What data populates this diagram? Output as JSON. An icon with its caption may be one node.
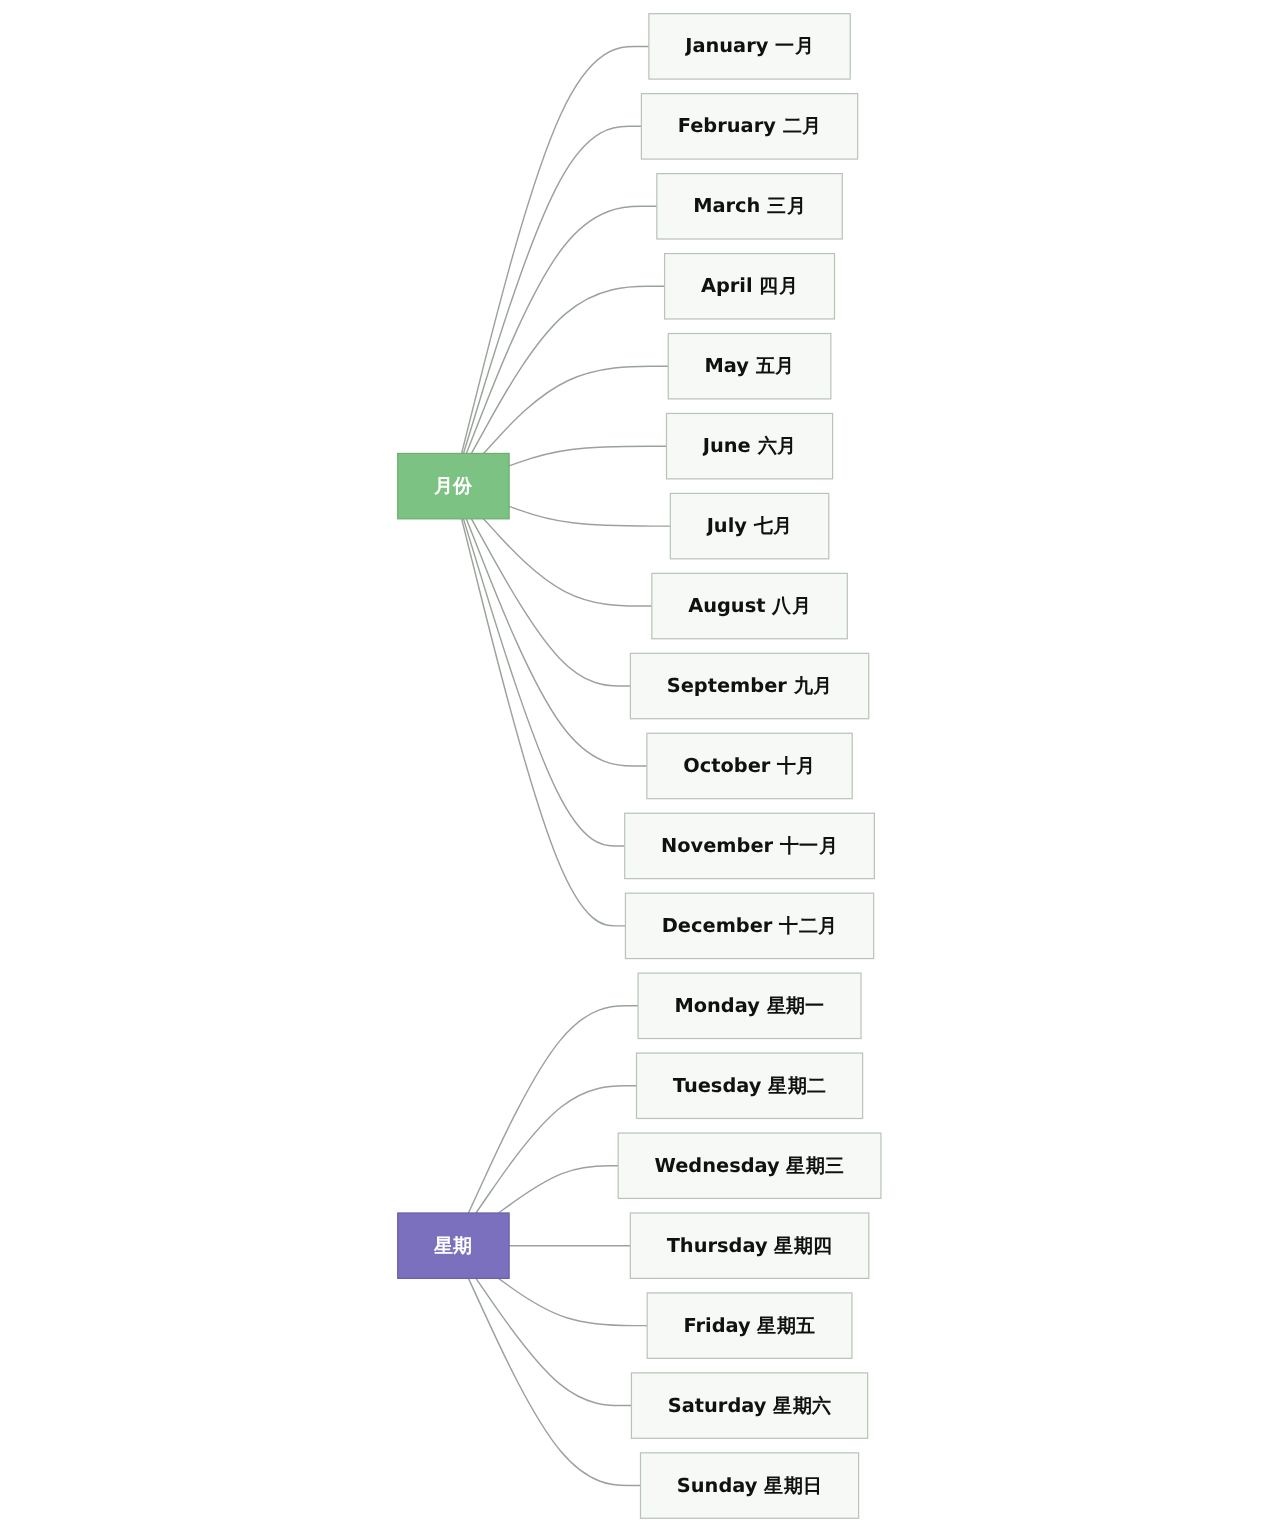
{
  "diagram": {
    "nodes": [
      {
        "text": [
          "月份"
        ]
      },
      {
        "text": [
          "January 一月"
        ]
      },
      {
        "text": [
          "February 二月"
        ]
      },
      {
        "text": [
          "March 三月"
        ]
      },
      {
        "text": [
          "April 四月"
        ]
      },
      {
        "text": [
          "May 五月"
        ]
      },
      {
        "text": [
          "June 六月"
        ]
      },
      {
        "text": [
          "July 七月"
        ]
      },
      {
        "text": [
          "August 八月"
        ]
      },
      {
        "text": [
          "September 九月"
        ]
      },
      {
        "text": [
          "October 十月"
        ]
      },
      {
        "text": [
          "November 十一月"
        ]
      },
      {
        "text": [
          "December 十二月"
        ]
      },
      {
        "text": [
          "星期"
        ]
      },
      {
        "text": [
          "Monday 星期一"
        ]
      },
      {
        "text": [
          "Tuesday 星期二"
        ]
      },
      {
        "text": [
          "Wednesday 星期三"
        ]
      },
      {
        "text": [
          "Thursday 星期四"
        ]
      },
      {
        "text": [
          "Friday 星期五"
        ]
      },
      {
        "text": [
          "Saturday 星期六"
        ]
      },
      {
        "text": [
          "Sunday 星期日"
        ]
      }
    ],
    "edges": [
      {
        "from": 0,
        "to": 1,
        "arrow": "none"
      },
      {
        "from": 0,
        "to": 2,
        "arrow": "none"
      },
      {
        "from": 0,
        "to": 3,
        "arrow": "none"
      },
      {
        "from": 0,
        "to": 4,
        "arrow": "none"
      },
      {
        "from": 0,
        "to": 5,
        "arrow": "none"
      },
      {
        "from": 0,
        "to": 6,
        "arrow": "none"
      },
      {
        "from": 0,
        "to": 7,
        "arrow": "none"
      },
      {
        "from": 0,
        "to": 8,
        "arrow": "none"
      },
      {
        "from": 0,
        "to": 9,
        "arrow": "none"
      },
      {
        "from": 0,
        "to": 10,
        "arrow": "none"
      },
      {
        "from": 0,
        "to": 11,
        "arrow": "none"
      },
      {
        "from": 0,
        "to": 12,
        "arrow": "none"
      },
      {
        "from": 13,
        "to": 14,
        "arrow": "none"
      },
      {
        "from": 13,
        "to": 15,
        "arrow": "none"
      },
      {
        "from": 13,
        "to": 16,
        "arrow": "none"
      },
      {
        "from": 13,
        "to": 17,
        "arrow": "none"
      },
      {
        "from": 13,
        "to": 18,
        "arrow": "none"
      },
      {
        "from": 13,
        "to": 19,
        "arrow": "none"
      },
      {
        "from": 13,
        "to": 20,
        "arrow": "none"
      }
    ]
  }
}
